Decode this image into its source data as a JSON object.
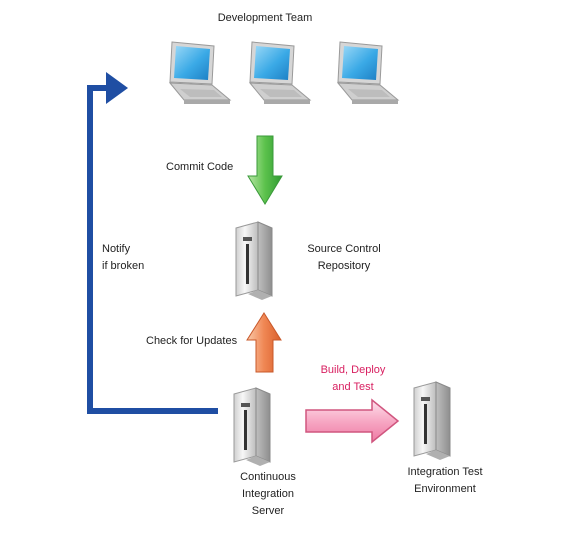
{
  "diagram": {
    "title": "Development Team",
    "labels": {
      "commit": "Commit Code",
      "notify": "Notify\nif broken",
      "source_control": "Source Control\nRepository",
      "check_updates": "Check for Updates",
      "build_deploy": "Build, Deploy\nand Test",
      "ci_server": "Continuous\nIntegration\nServer",
      "integration_env": "Integration Test\nEnvironment"
    },
    "colors": {
      "feedback_arrow": "#1f4ea3",
      "commit_arrow": "#4cb84a",
      "check_arrow": "#ef7d4e",
      "build_arrow": "#f7a8c4",
      "build_text": "#d81f60",
      "screen": "#3aa9e6",
      "server": "#e9e9e9"
    },
    "icons": [
      "laptop-icon",
      "server-icon",
      "arrow-icon"
    ]
  }
}
